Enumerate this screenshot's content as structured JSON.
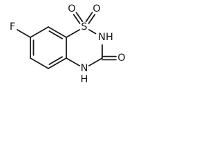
{
  "molecule": {
    "atoms": [
      {
        "id": "a1",
        "label": ""
      },
      {
        "id": "a2",
        "label": ""
      },
      {
        "id": "a3",
        "label": ""
      },
      {
        "id": "a4",
        "label": ""
      },
      {
        "id": "a5",
        "label": ""
      },
      {
        "id": "a6",
        "label": ""
      },
      {
        "id": "s",
        "label": "S"
      },
      {
        "id": "n2",
        "label": "NH"
      },
      {
        "id": "c3",
        "label": ""
      },
      {
        "id": "n4",
        "label": "N"
      },
      {
        "id": "o1",
        "label": "O"
      },
      {
        "id": "o2",
        "label": "O"
      },
      {
        "id": "o3",
        "label": "O"
      },
      {
        "id": "f",
        "label": "F"
      },
      {
        "id": "h4",
        "label": "H"
      }
    ],
    "bonds": [
      {
        "from": "a1",
        "to": "a2",
        "order": 2
      },
      {
        "from": "a2",
        "to": "a3",
        "order": 1
      },
      {
        "from": "a3",
        "to": "a4",
        "order": 2
      },
      {
        "from": "a4",
        "to": "a5",
        "order": 1
      },
      {
        "from": "a5",
        "to": "a6",
        "order": 2
      },
      {
        "from": "a6",
        "to": "a1",
        "order": 1
      },
      {
        "from": "a1",
        "to": "s",
        "order": 1
      },
      {
        "from": "s",
        "to": "n2",
        "order": 1
      },
      {
        "from": "n2",
        "to": "c3",
        "order": 1
      },
      {
        "from": "c3",
        "to": "n4",
        "order": 1
      },
      {
        "from": "n4",
        "to": "a6",
        "order": 1
      },
      {
        "from": "s",
        "to": "o1",
        "order": 2
      },
      {
        "from": "s",
        "to": "o2",
        "order": 2
      },
      {
        "from": "c3",
        "to": "o3",
        "order": 2
      },
      {
        "from": "a3",
        "to": "f",
        "order": 1
      }
    ]
  }
}
